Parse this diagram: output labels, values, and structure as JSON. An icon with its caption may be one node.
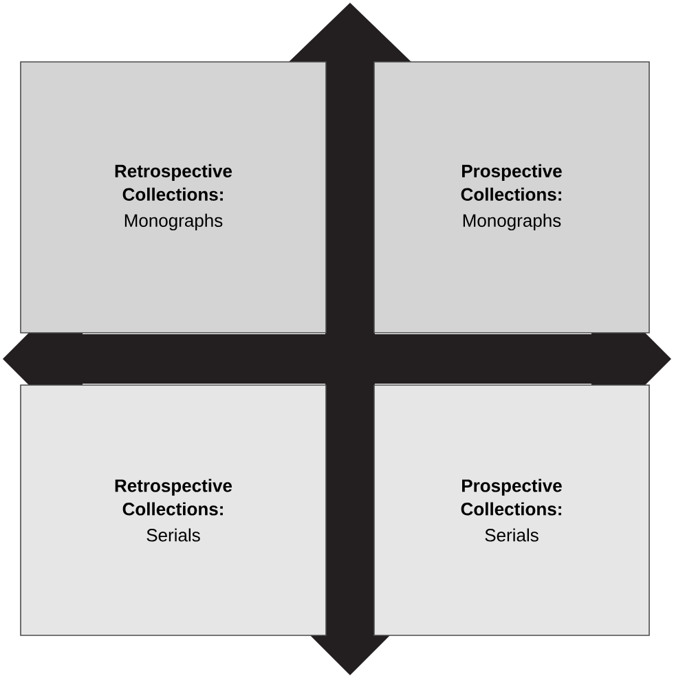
{
  "diagram": {
    "nodes": [
      {
        "text": [
          "Retrospective Collections:",
          "Monographs"
        ]
      },
      {
        "text": [
          "Prospective Collections:",
          "Monographs"
        ]
      },
      {
        "text": [
          "Retrospective Collections:",
          "Serials"
        ]
      },
      {
        "text": [
          "Prospective Collections:",
          "Serials"
        ]
      }
    ]
  }
}
